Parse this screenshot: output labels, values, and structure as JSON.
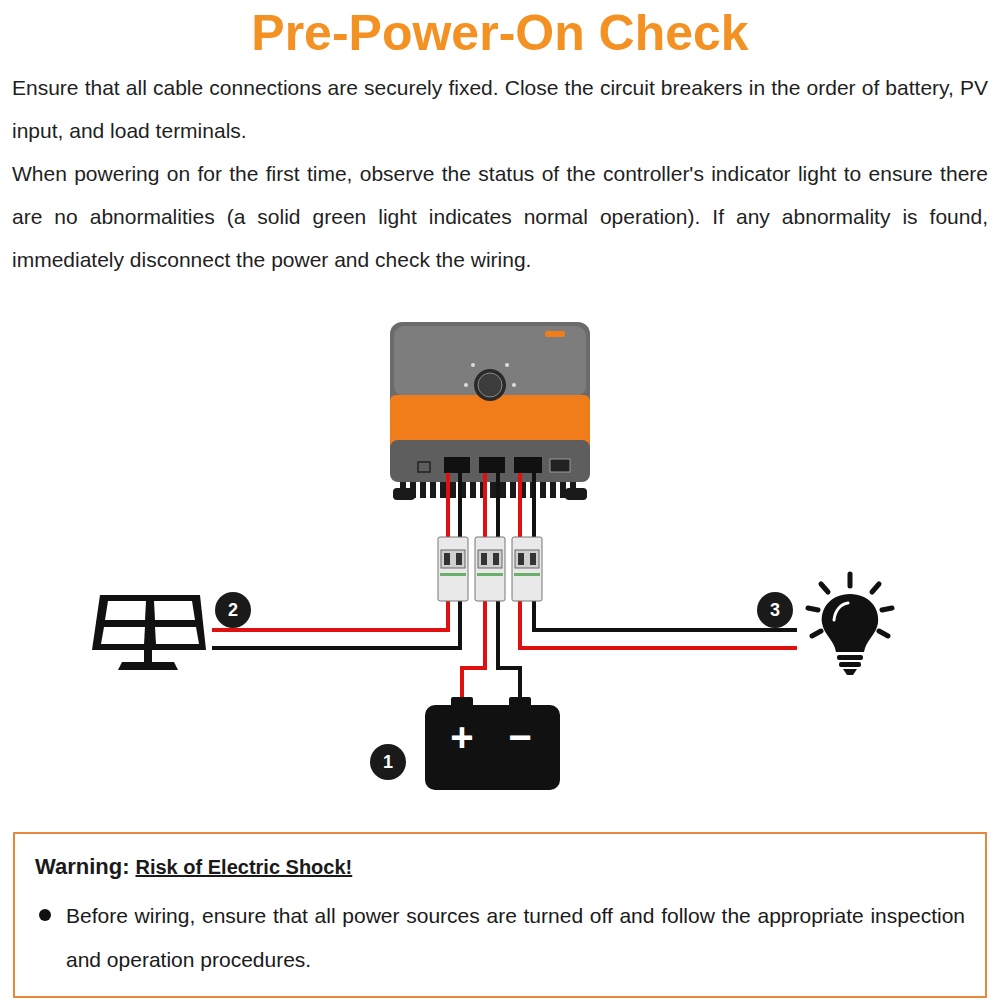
{
  "diagram": {
    "title": "Pre-Power-On Check",
    "nodes": [
      {
        "text": [
          "2"
        ]
      },
      {
        "text": [
          "3"
        ]
      },
      {
        "text": [
          "+",
          "−"
        ]
      },
      {
        "text": [
          "1"
        ]
      },
      {
        "text": [
          "Warning:",
          "Risk of Electric Shock!",
          "Before wiring, ensure that all power sources are turned off and follow the appropriate inspection and operation procedures."
        ]
      }
    ],
    "labels": [
      "Ensure that all cable connections are securely fixed. Close the circuit breakers in the order of battery, PV input, and load terminals.",
      "When powering on for the first time, observe the status of the controller's indicator light to ensure there are no abnormalities (a solid green light indicates normal operation). If any abnormality is found, immediately disconnect the power and check the wiring."
    ]
  }
}
